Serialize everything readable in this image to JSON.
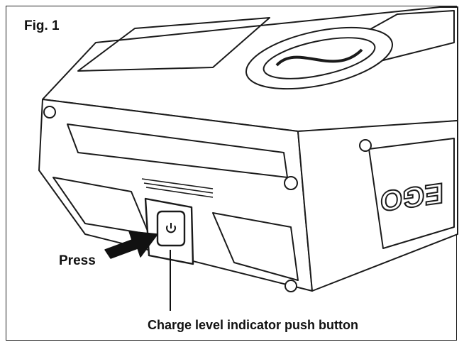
{
  "figure": {
    "label": "Fig. 1",
    "press_label": "Press",
    "callout_label": "Charge level indicator push button",
    "brand_text": "EGO",
    "colors": {
      "line": "#1a1a1a",
      "fill": "#ffffff",
      "dark": "#111111",
      "shade": "#d9d9d9"
    },
    "icons": {
      "power": "power-icon",
      "arrow": "press-arrow"
    }
  }
}
